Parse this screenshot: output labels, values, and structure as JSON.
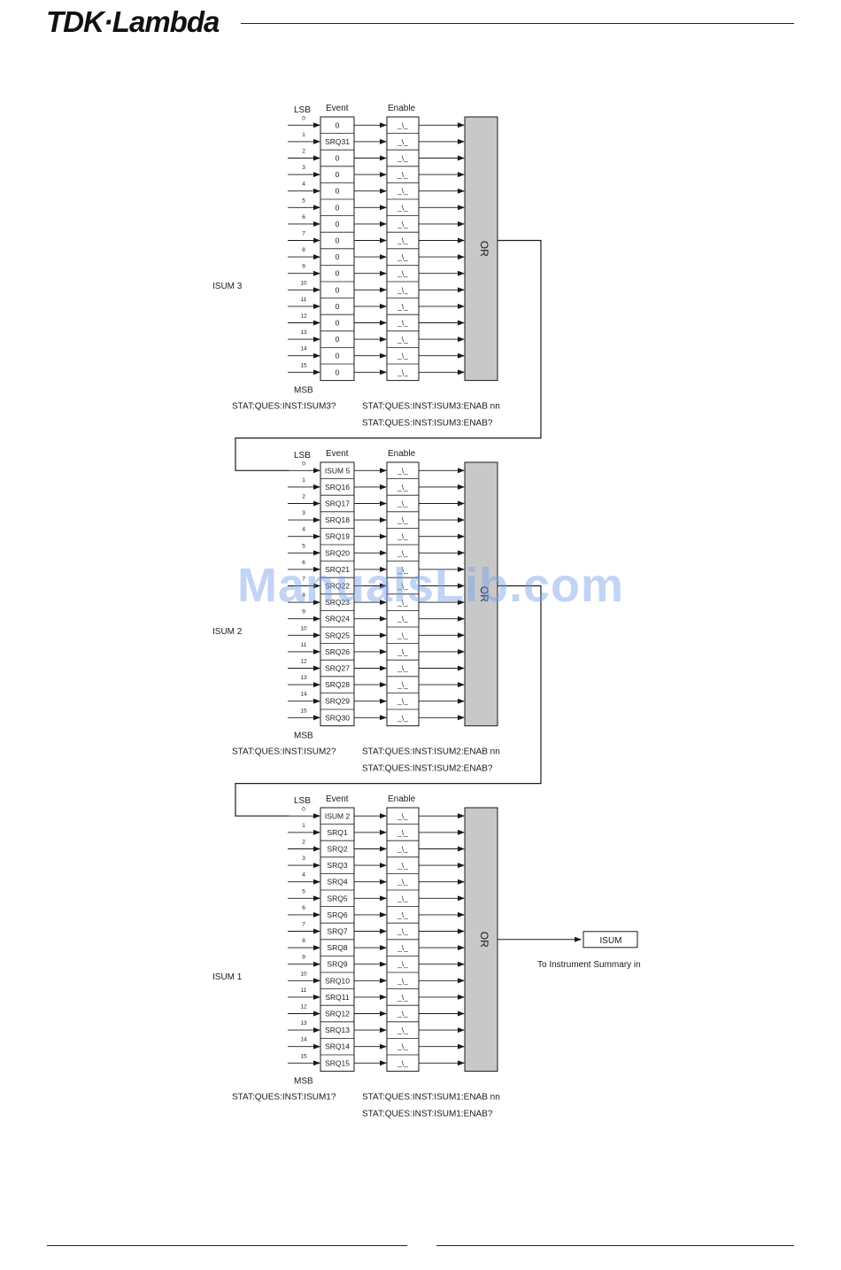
{
  "header": {
    "logo_text": "TDK·Lambda"
  },
  "watermark": "ManualsLib.com",
  "labels": {
    "lsb": "LSB",
    "msb": "MSB",
    "event": "Event",
    "enable": "Enable",
    "or": "OR",
    "enable_symbol": "_\\_"
  },
  "bits": [
    "0",
    "1",
    "2",
    "3",
    "4",
    "5",
    "6",
    "7",
    "8",
    "9",
    "10",
    "11",
    "12",
    "13",
    "14",
    "15"
  ],
  "registers": [
    {
      "name": "ISUM 3",
      "events": [
        "0",
        "SRQ31",
        "0",
        "0",
        "0",
        "0",
        "0",
        "0",
        "0",
        "0",
        "0",
        "0",
        "0",
        "0",
        "0",
        "0"
      ],
      "query": "STAT:QUES:INST:ISUM3?",
      "enable_set": "STAT:QUES:INST:ISUM3:ENAB nn",
      "enable_query": "STAT:QUES:INST:ISUM3:ENAB?"
    },
    {
      "name": "ISUM 2",
      "events": [
        "ISUM 5",
        "SRQ16",
        "SRQ17",
        "SRQ18",
        "SRQ19",
        "SRQ20",
        "SRQ21",
        "SRQ22",
        "SRQ23",
        "SRQ24",
        "SRQ25",
        "SRQ26",
        "SRQ27",
        "SRQ28",
        "SRQ29",
        "SRQ30"
      ],
      "query": "STAT:QUES:INST:ISUM2?",
      "enable_set": "STAT:QUES:INST:ISUM2:ENAB nn",
      "enable_query": "STAT:QUES:INST:ISUM2:ENAB?"
    },
    {
      "name": "ISUM 1",
      "events": [
        "ISUM 2",
        "SRQ1",
        "SRQ2",
        "SRQ3",
        "SRQ4",
        "SRQ5",
        "SRQ6",
        "SRQ7",
        "SRQ8",
        "SRQ9",
        "SRQ10",
        "SRQ11",
        "SRQ12",
        "SRQ13",
        "SRQ14",
        "SRQ15"
      ],
      "query": "STAT:QUES:INST:ISUM1?",
      "enable_set": "STAT:QUES:INST:ISUM1:ENAB nn",
      "enable_query": "STAT:QUES:INST:ISUM1:ENAB?"
    }
  ],
  "output": {
    "box_label": "ISUM",
    "caption": "To Instrument Summary in"
  },
  "colors": {
    "or_gate_fill": "#c8c8c8",
    "line": "#1a1a1a"
  }
}
